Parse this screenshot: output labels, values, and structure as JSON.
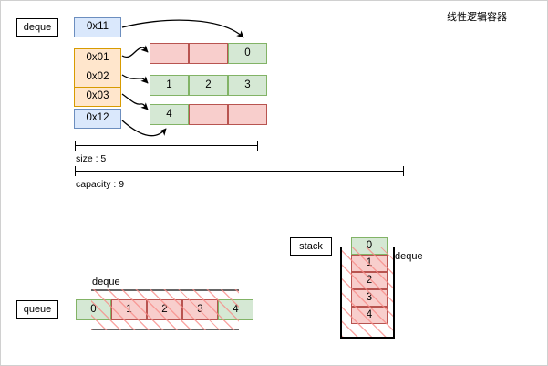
{
  "title": "线性逻辑容器",
  "deque_diagram": {
    "label": "deque",
    "pointers": [
      {
        "name": "front-pointer",
        "value": "0x11",
        "color": "#dae8fc"
      },
      {
        "name": "block-pointer-1",
        "value": "0x01",
        "color": "#ffe6cc"
      },
      {
        "name": "block-pointer-2",
        "value": "0x02",
        "color": "#ffe6cc"
      },
      {
        "name": "block-pointer-3",
        "value": "0x03",
        "color": "#ffe6cc"
      },
      {
        "name": "back-pointer",
        "value": "0x12",
        "color": "#dae8fc"
      }
    ],
    "rows": [
      {
        "cells": [
          {
            "value": "",
            "state": "empty"
          },
          {
            "value": "",
            "state": "empty"
          },
          {
            "value": "0",
            "state": "filled"
          }
        ]
      },
      {
        "cells": [
          {
            "value": "1",
            "state": "filled"
          },
          {
            "value": "2",
            "state": "filled"
          },
          {
            "value": "3",
            "state": "filled"
          }
        ]
      },
      {
        "cells": [
          {
            "value": "4",
            "state": "filled"
          },
          {
            "value": "",
            "state": "empty"
          },
          {
            "value": "",
            "state": "empty"
          }
        ]
      }
    ],
    "measures": [
      {
        "name": "size-measure",
        "label": "size : 5"
      },
      {
        "name": "capacity-measure",
        "label": "capacity : 9"
      }
    ]
  },
  "queue_diagram": {
    "label": "queue",
    "span_label": "deque",
    "cells": [
      {
        "value": "0",
        "state": "filled"
      },
      {
        "value": "1",
        "state": "empty"
      },
      {
        "value": "2",
        "state": "empty"
      },
      {
        "value": "3",
        "state": "empty"
      },
      {
        "value": "4",
        "state": "filled"
      }
    ]
  },
  "stack_diagram": {
    "label": "stack",
    "span_label": "deque",
    "cells": [
      {
        "value": "0",
        "state": "filled"
      },
      {
        "value": "1",
        "state": "empty"
      },
      {
        "value": "2",
        "state": "empty"
      },
      {
        "value": "3",
        "state": "empty"
      },
      {
        "value": "4",
        "state": "empty"
      }
    ]
  },
  "colors": {
    "green_fill": "#d5e8d4",
    "green_border": "#82b366",
    "pink_fill": "#f8cecc",
    "pink_border": "#b85450",
    "blue_fill": "#dae8fc",
    "blue_border": "#6c8ebf",
    "orange_fill": "#ffe6cc",
    "orange_border": "#d79b00"
  }
}
